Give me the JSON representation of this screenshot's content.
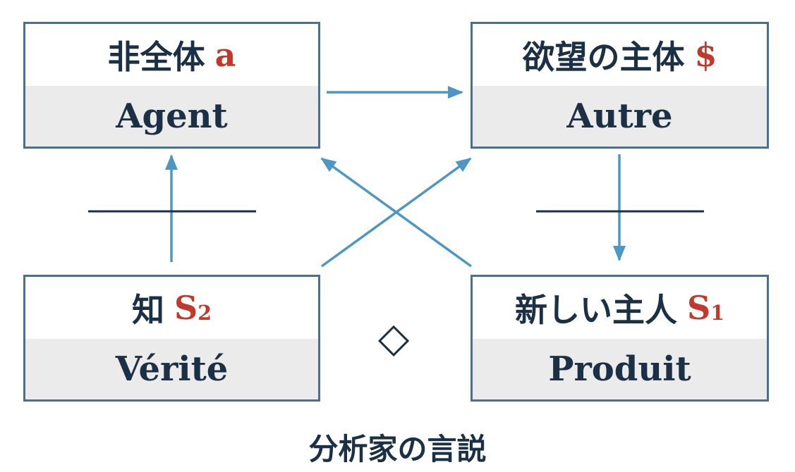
{
  "boxes": {
    "agent": {
      "title": "非全体",
      "symbol": "a",
      "label": "Agent"
    },
    "autre": {
      "title": "欲望の主体",
      "symbol": "$",
      "label": "Autre"
    },
    "verite": {
      "title": "知",
      "symbol": "S",
      "symbol_sub": "2",
      "label": "Vérité"
    },
    "produit": {
      "title": "新しい主人",
      "symbol": "S",
      "symbol_sub": "1",
      "label": "Produit"
    }
  },
  "center_glyph": "◇",
  "caption": "分析家の言説",
  "colors": {
    "text": "#1b2f45",
    "symbol": "#c0392b",
    "border": "#4a6f91",
    "arrow": "#4d97c4",
    "label_band": "#ebebeb"
  }
}
